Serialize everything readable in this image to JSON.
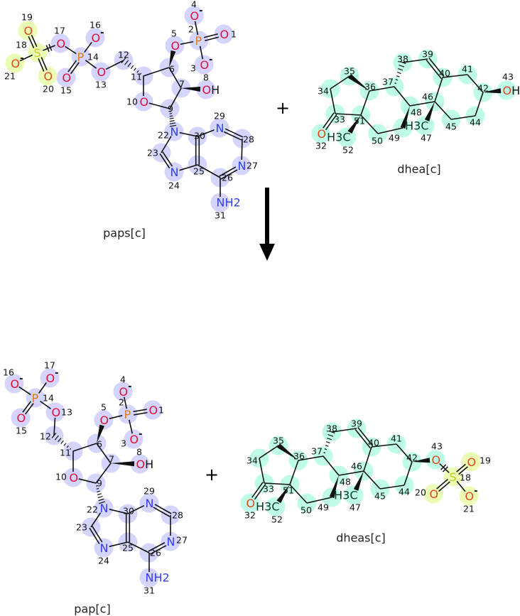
{
  "reaction": {
    "plus_top": "+",
    "plus_bottom": "+",
    "arrow_icon": "down-arrow-icon"
  },
  "colors": {
    "highlight_blue": "#d4d4fc",
    "highlight_yellow": "#ebfcb4",
    "highlight_mint": "#befce8",
    "oxygen": "#e0103a",
    "oxygen_sulfate": "#e2471c",
    "phosphorus": "#e07818",
    "sulfur": "#c8c820",
    "nitrogen": "#3040f0",
    "bond": "#111111"
  },
  "molecules": [
    {
      "id": "paps",
      "name": "paps[c]",
      "atoms": [
        {
          "n": "1",
          "s": "O"
        },
        {
          "n": "2",
          "s": "P"
        },
        {
          "n": "3",
          "s": "O-"
        },
        {
          "n": "4",
          "s": "O-"
        },
        {
          "n": "5",
          "s": "O"
        },
        {
          "n": "6",
          "s": ""
        },
        {
          "n": "7",
          "s": ""
        },
        {
          "n": "8",
          "s": "OH"
        },
        {
          "n": "9",
          "s": ""
        },
        {
          "n": "10",
          "s": "O"
        },
        {
          "n": "11",
          "s": ""
        },
        {
          "n": "12",
          "s": ""
        },
        {
          "n": "13",
          "s": "O"
        },
        {
          "n": "14",
          "s": "P"
        },
        {
          "n": "15",
          "s": "O"
        },
        {
          "n": "16",
          "s": "O-"
        },
        {
          "n": "17",
          "s": "O"
        },
        {
          "n": "18",
          "s": "S"
        },
        {
          "n": "19",
          "s": "O"
        },
        {
          "n": "20",
          "s": "O"
        },
        {
          "n": "21",
          "s": "O-"
        },
        {
          "n": "22",
          "s": "N"
        },
        {
          "n": "23",
          "s": ""
        },
        {
          "n": "24",
          "s": "N"
        },
        {
          "n": "25",
          "s": ""
        },
        {
          "n": "26",
          "s": ""
        },
        {
          "n": "27",
          "s": "N"
        },
        {
          "n": "28",
          "s": ""
        },
        {
          "n": "29",
          "s": "N"
        },
        {
          "n": "30",
          "s": ""
        },
        {
          "n": "31",
          "s": "NH2"
        }
      ]
    },
    {
      "id": "dhea",
      "name": "dhea[c]",
      "atoms": [
        {
          "n": "32",
          "s": "O"
        },
        {
          "n": "33",
          "s": ""
        },
        {
          "n": "34",
          "s": ""
        },
        {
          "n": "35",
          "s": ""
        },
        {
          "n": "36",
          "s": ""
        },
        {
          "n": "37",
          "s": ""
        },
        {
          "n": "38",
          "s": ""
        },
        {
          "n": "39",
          "s": ""
        },
        {
          "n": "40",
          "s": ""
        },
        {
          "n": "41",
          "s": ""
        },
        {
          "n": "42",
          "s": ""
        },
        {
          "n": "43",
          "s": "OH"
        },
        {
          "n": "44",
          "s": ""
        },
        {
          "n": "45",
          "s": ""
        },
        {
          "n": "46",
          "s": ""
        },
        {
          "n": "47",
          "s": "H3C"
        },
        {
          "n": "48",
          "s": ""
        },
        {
          "n": "49",
          "s": ""
        },
        {
          "n": "50",
          "s": ""
        },
        {
          "n": "51",
          "s": ""
        },
        {
          "n": "52",
          "s": "H3C"
        }
      ]
    },
    {
      "id": "pap",
      "name": "pap[c]",
      "atoms": [
        {
          "n": "1",
          "s": "O"
        },
        {
          "n": "2",
          "s": "P"
        },
        {
          "n": "3",
          "s": "O-"
        },
        {
          "n": "4",
          "s": "O-"
        },
        {
          "n": "5",
          "s": "O"
        },
        {
          "n": "6",
          "s": ""
        },
        {
          "n": "7",
          "s": ""
        },
        {
          "n": "8",
          "s": "OH"
        },
        {
          "n": "9",
          "s": ""
        },
        {
          "n": "10",
          "s": "O"
        },
        {
          "n": "11",
          "s": ""
        },
        {
          "n": "12",
          "s": ""
        },
        {
          "n": "13",
          "s": "O"
        },
        {
          "n": "14",
          "s": "P"
        },
        {
          "n": "15",
          "s": "O"
        },
        {
          "n": "16",
          "s": "O-"
        },
        {
          "n": "17",
          "s": "O-"
        },
        {
          "n": "22",
          "s": "N"
        },
        {
          "n": "23",
          "s": ""
        },
        {
          "n": "24",
          "s": "N"
        },
        {
          "n": "25",
          "s": ""
        },
        {
          "n": "26",
          "s": ""
        },
        {
          "n": "27",
          "s": "N"
        },
        {
          "n": "28",
          "s": ""
        },
        {
          "n": "29",
          "s": "N"
        },
        {
          "n": "30",
          "s": ""
        },
        {
          "n": "31",
          "s": "NH2"
        }
      ]
    },
    {
      "id": "dheas",
      "name": "dheas[c]",
      "atoms": [
        {
          "n": "18",
          "s": "S"
        },
        {
          "n": "19",
          "s": "O"
        },
        {
          "n": "20",
          "s": "O"
        },
        {
          "n": "21",
          "s": "O-"
        },
        {
          "n": "32",
          "s": "O"
        },
        {
          "n": "33",
          "s": ""
        },
        {
          "n": "34",
          "s": ""
        },
        {
          "n": "35",
          "s": ""
        },
        {
          "n": "36",
          "s": ""
        },
        {
          "n": "37",
          "s": ""
        },
        {
          "n": "38",
          "s": ""
        },
        {
          "n": "39",
          "s": ""
        },
        {
          "n": "40",
          "s": ""
        },
        {
          "n": "41",
          "s": ""
        },
        {
          "n": "42",
          "s": ""
        },
        {
          "n": "43",
          "s": "O"
        },
        {
          "n": "44",
          "s": ""
        },
        {
          "n": "45",
          "s": ""
        },
        {
          "n": "46",
          "s": ""
        },
        {
          "n": "47",
          "s": "H3C"
        },
        {
          "n": "48",
          "s": ""
        },
        {
          "n": "49",
          "s": ""
        },
        {
          "n": "50",
          "s": ""
        },
        {
          "n": "51",
          "s": ""
        },
        {
          "n": "52",
          "s": "H3C"
        }
      ]
    }
  ]
}
